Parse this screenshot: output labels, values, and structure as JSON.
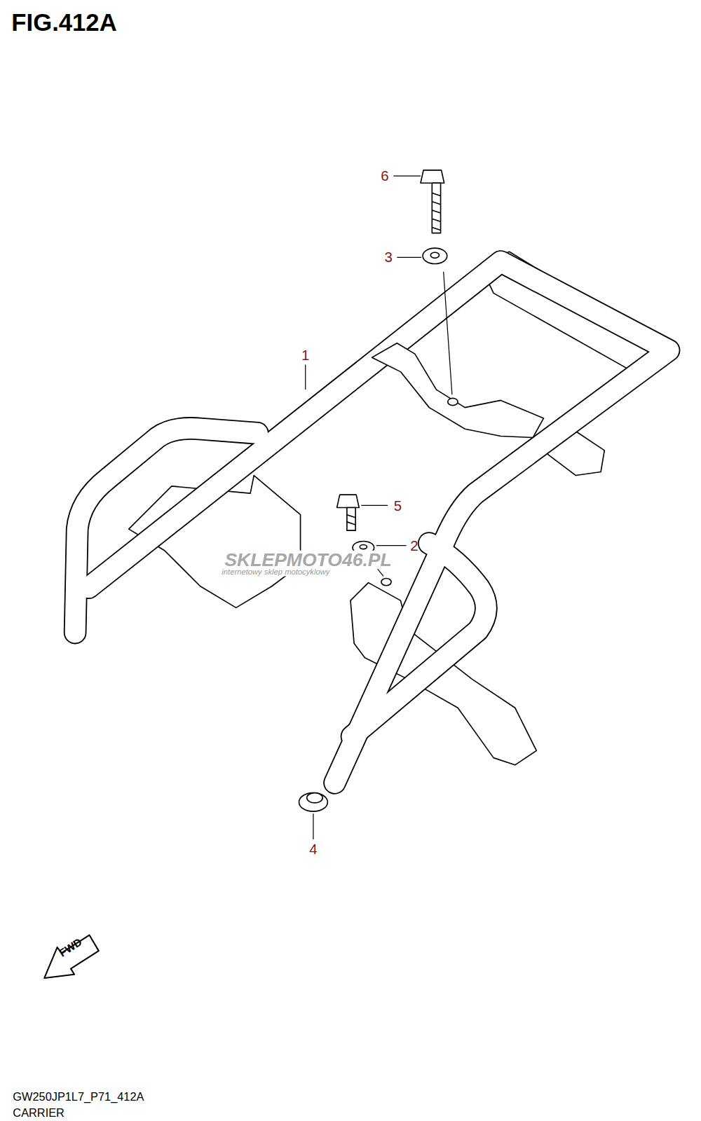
{
  "diagram": {
    "title": "FIG.412A",
    "caption": "CARRIER",
    "labels": [
      "1",
      "2",
      "3",
      "4",
      "5",
      "6",
      "SKLEPMOTO46.PL",
      "internetowy sklep motocyklowy",
      "FWD",
      "GW250JP1L7_P71_412A"
    ]
  }
}
